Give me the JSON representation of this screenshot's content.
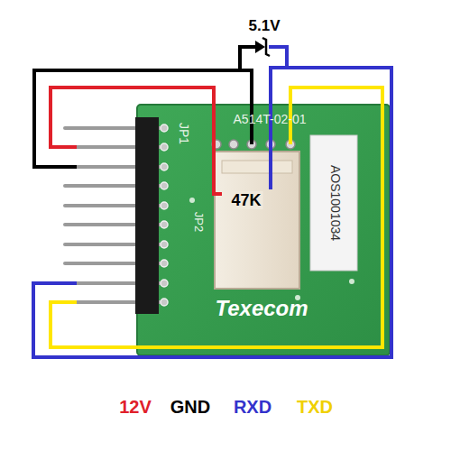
{
  "diagram": {
    "labels": [
      "5.1V",
      "A514T-02-01",
      "JP1",
      "JP2",
      "47K",
      "AOS1001034",
      "Texecom",
      "12V",
      "GND",
      "RXD",
      "TXD"
    ]
  }
}
